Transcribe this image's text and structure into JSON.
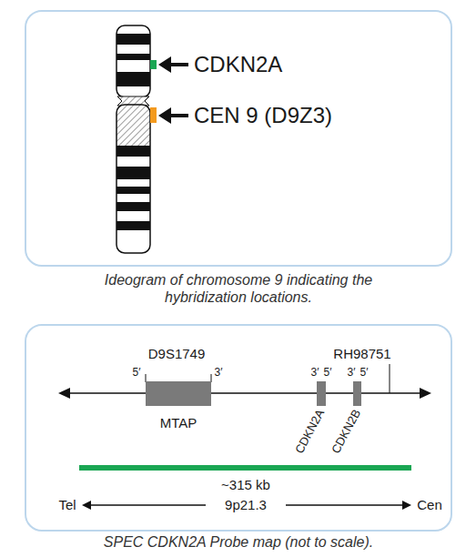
{
  "diagram": {
    "nodes": [
      {
        "text": [
          "MTAP"
        ]
      },
      {
        "text": [
          "CDKN2A"
        ]
      },
      {
        "text": [
          "CDKN2B"
        ]
      }
    ],
    "labels": [
      "CDKN2A",
      "CEN 9 (D9Z3)",
      "Ideogram of chromosome 9 indicating the hybridization locations.",
      "D9S1749",
      "5′",
      "3′",
      "RH98751",
      "3′",
      "5′",
      "3′",
      "5′",
      "~315 kb",
      "Tel",
      "9p21.3",
      "Cen",
      "SPEC CDKN2A Probe map (not to scale)."
    ]
  }
}
